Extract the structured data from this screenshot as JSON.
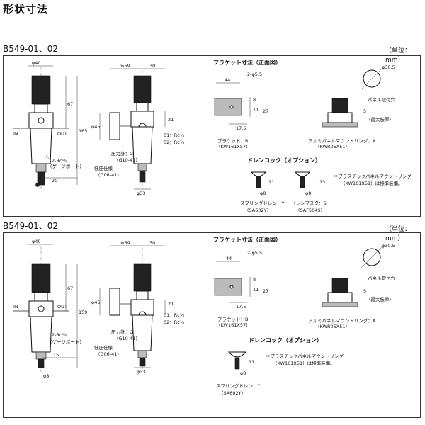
{
  "header": {
    "title": "形状寸法"
  },
  "sections": [
    {
      "model": "B549-01、02",
      "unit": "（単位：mm）",
      "front": {
        "width": "φ40",
        "d67": "67",
        "total": "165",
        "in": "IN",
        "out": "OUT",
        "gauge_port": "2-Rc⅛",
        "gauge_port_label": "（ゲージポート）",
        "d20": "20"
      },
      "side": {
        "d59": "≒59",
        "d30": "30",
        "d45": "φ45",
        "d21": "21",
        "port01": "01：Rc⅛",
        "port02": "02：Rc¼",
        "gauge_meter": "圧力計：G",
        "gauge_meter_code": "（G10-41）",
        "low_pressure": "低圧仕様",
        "low_pressure_code": "（G06-41）",
        "d33": "φ33"
      },
      "bracket": {
        "heading": "ブラケット寸法（正面図）",
        "d44": "44",
        "holes": "2-φ5.5",
        "d8": "8",
        "d11": "11",
        "d27": "27",
        "d17_5": "17.5",
        "label": "ブラケット：B",
        "code": "（KW161X57）"
      },
      "mount": {
        "d30_5": "φ30.5",
        "panel_hole": "パネル取付穴",
        "d5": "5",
        "max_plate": "（最大板厚）",
        "label": "アルミパネルマウントリング：A",
        "code": "（KWR05X51）"
      },
      "drain": {
        "heading": "ドレンコック（オプション）",
        "items": [
          {
            "d11": "11",
            "d8": "φ8",
            "label": "スプリングドレン：Y",
            "code": "（SA602Y）"
          },
          {
            "d13": "13",
            "d8": "φ8",
            "label": "ドレンマスタ：S",
            "code": "（SAF504S）"
          }
        ],
        "note1": "＊プラスチックパネルマウントリング",
        "note2": "（KW161X51）は標準装備。"
      }
    },
    {
      "model": "B549-01、02",
      "unit": "（単位：mm）",
      "front": {
        "width": "φ40",
        "d67": "67",
        "total": "159",
        "in": "IN",
        "out": "OUT",
        "gauge_port": "2-Rc⅛",
        "gauge_port_label": "（ゲージポート）",
        "d15": "15",
        "d8": "φ8"
      },
      "side": {
        "d59": "≒59",
        "d30": "30",
        "d45": "φ45",
        "d21": "21",
        "port01": "01：Rc⅛",
        "port02": "02：Rc¼",
        "gauge_meter": "圧力計：G",
        "gauge_meter_code": "（G10-41）",
        "low_pressure": "低圧仕様",
        "low_pressure_code": "（G06-41）",
        "d33": "φ33"
      },
      "bracket": {
        "heading": "ブラケット寸法（正面図）",
        "d44": "44",
        "holes": "2-φ5.5",
        "d8": "8",
        "d11": "11",
        "d27": "27",
        "d17_5": "17.5",
        "label": "ブラケット：B",
        "code": "（KW161X57）"
      },
      "mount": {
        "d30_5": "φ30.5",
        "panel_hole": "パネル取付穴",
        "d5": "5",
        "max_plate": "（最大板厚）",
        "label": "アルミパネルマウントリング：A",
        "code": "（KWR05X51）"
      },
      "drain": {
        "heading": "ドレンコック（オプション）",
        "items": [
          {
            "d11": "11",
            "d8": "φ8",
            "label": "スプリングドレン：Y",
            "code": "（SA602Y）"
          }
        ],
        "note1": "＊プラスチックパネルマウントリング",
        "note2": "（KW161X51）は標準装備。"
      }
    }
  ]
}
